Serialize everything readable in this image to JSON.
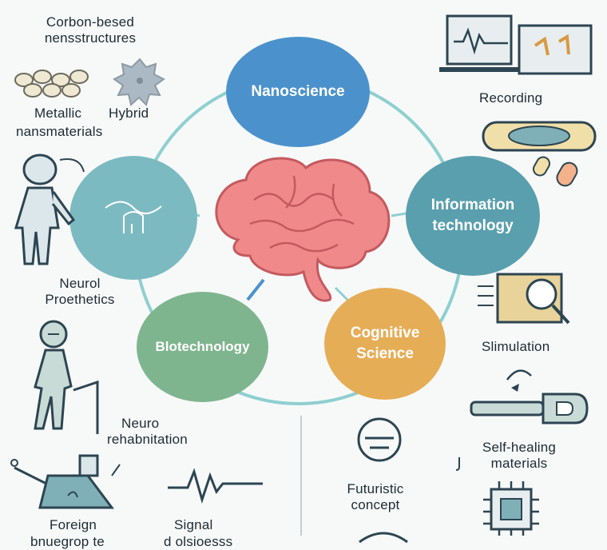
{
  "hub": {
    "nodes": [
      {
        "label": "Nanoscience",
        "color": "#4b92cc"
      },
      {
        "label": "Information\ntechnology",
        "color": "#5a9fae"
      },
      {
        "label": "Cognitive\nScience",
        "color": "#e6ad57"
      },
      {
        "label": "Blotechnology",
        "color": "#7fb58e"
      },
      {
        "label": "",
        "color": "#7cbac1"
      }
    ],
    "ring_color": "#8fcfd0"
  },
  "labels": {
    "carbon": "Corbon-besed\nnensstructures",
    "metallic": "Metallic",
    "hybrid": "Hybrid",
    "nansmaterials": "nansmaterials",
    "neurol": "Neurol\nProethetics",
    "neuro_rehab": "Neuro\nrehabnitation",
    "foreign": "Foreign",
    "foreign_cut": "bnuegrop te",
    "signal": "Signal",
    "signal_cut": "d olsioesss",
    "recording": "Recording",
    "simulation": "Slimulation",
    "self_healing": "Self-healing\nmaterials",
    "futuristic": "Futuristic\nconcept"
  },
  "icons": [
    "carbon-nanostructure-icon",
    "hybrid-particle-icon",
    "human-figure-icon",
    "walking-figure-icon",
    "foreign-device-icon",
    "signal-wave-icon",
    "laptop-recording-icon",
    "capsule-pill-icon",
    "simulation-device-icon",
    "self-healing-tool-icon",
    "futuristic-face-icon",
    "chip-icon",
    "brain-icon"
  ]
}
